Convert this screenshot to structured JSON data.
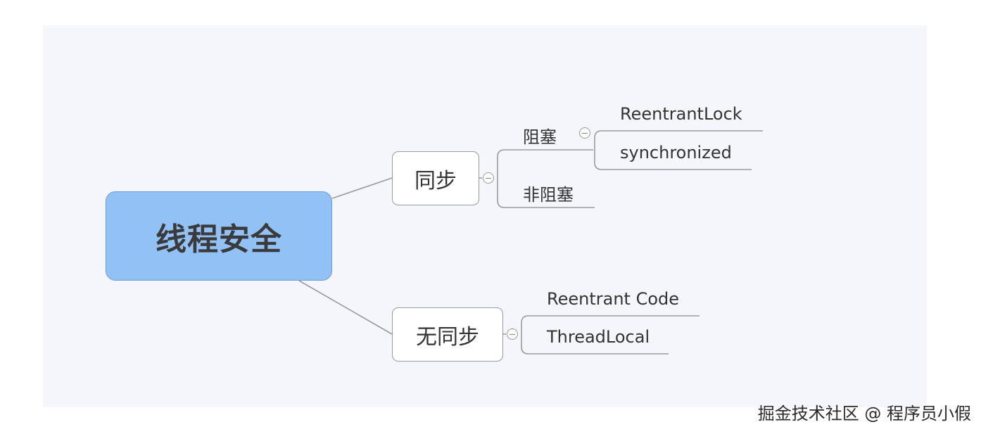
{
  "mindmap": {
    "root": "线程安全",
    "branches": [
      {
        "label": "同步",
        "children": [
          {
            "label": "阻塞",
            "children": [
              "ReentrantLock",
              "synchronized"
            ]
          },
          {
            "label": "非阻塞",
            "children": []
          }
        ]
      },
      {
        "label": "无同步",
        "children": [
          {
            "label": "Reentrant Code",
            "children": []
          },
          {
            "label": "ThreadLocal",
            "children": []
          }
        ]
      }
    ]
  },
  "watermark": "掘金技术社区 @ 程序员小假",
  "colors": {
    "background": "#f4f6fb",
    "root_fill": "#92c1f5",
    "root_border": "#6a9fd6",
    "line": "#9a9a9a"
  }
}
